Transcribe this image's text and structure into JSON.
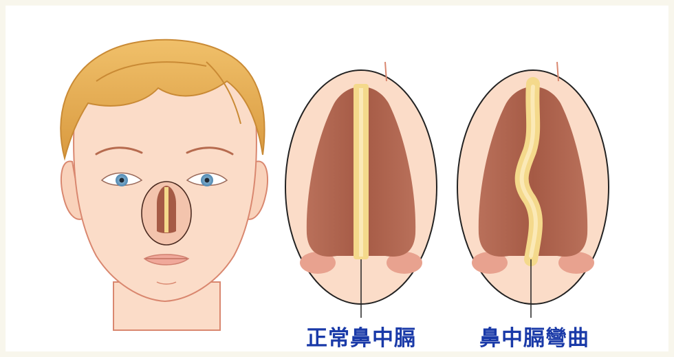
{
  "labels": {
    "normal": "正常鼻中膈",
    "deviated": "鼻中膈彎曲"
  },
  "colors": {
    "label": "#1a3aa8",
    "skin": "#fbdcc8",
    "skin_line": "#d9876f",
    "hair": "#e3ad55",
    "nasal_cavity": "#b0634e",
    "septum": "#f4d98b",
    "eye": "#6aa3c8"
  },
  "icons": {
    "face": "face-illustration",
    "normal_nose": "normal-septum-nose-diagram",
    "deviated_nose": "deviated-septum-nose-diagram"
  }
}
